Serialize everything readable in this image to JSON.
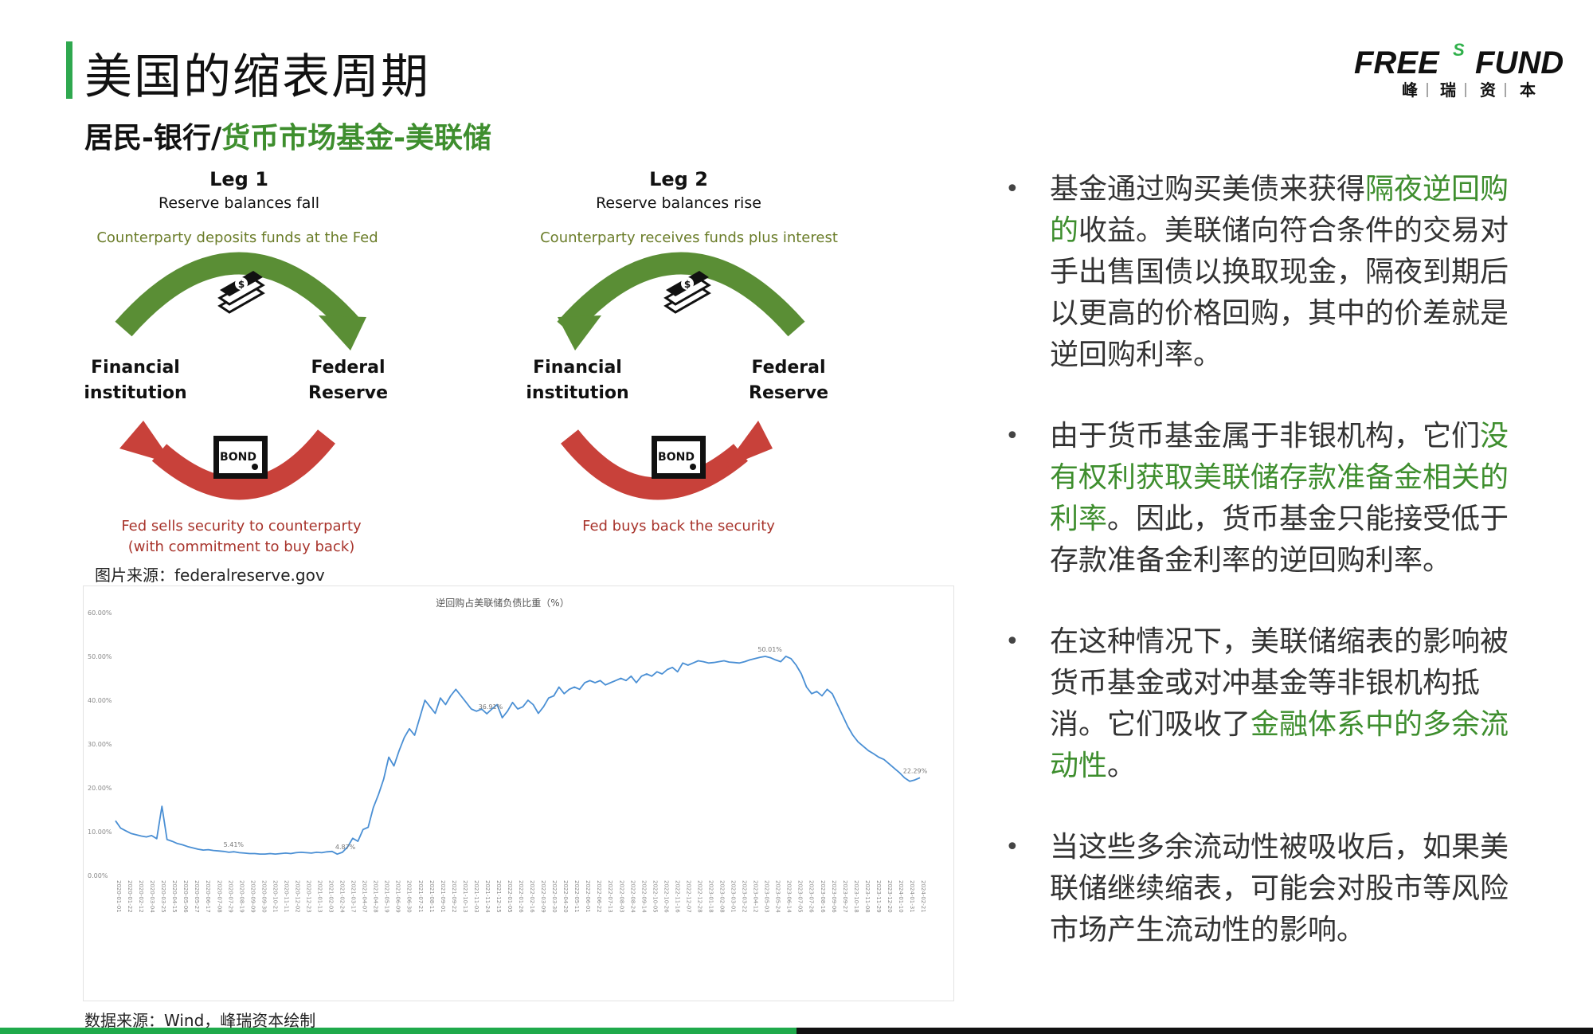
{
  "page": {
    "title": "美国的缩表周期",
    "subtitle_part1": "居民-银行/",
    "subtitle_part2": "货币市场基金-美联储"
  },
  "logo": {
    "brand_left": "FREE",
    "brand_s": "S",
    "brand_right": "FUND",
    "chinese": [
      "峰",
      "瑞",
      "资",
      "本"
    ]
  },
  "diagram": {
    "leg1": {
      "title": "Leg 1",
      "subtitle": "Reserve balances fall",
      "top_note": "Counterparty deposits funds at the Fed",
      "left_label": [
        "Financial",
        "institution"
      ],
      "right_label": [
        "Federal",
        "Reserve"
      ],
      "bottom_note": [
        "Fed sells security to counterparty",
        "(with commitment to buy back)"
      ]
    },
    "leg2": {
      "title": "Leg 2",
      "subtitle": "Reserve balances rise",
      "top_note": "Counterparty receives funds plus interest",
      "left_label": [
        "Financial",
        "institution"
      ],
      "right_label": [
        "Federal",
        "Reserve"
      ],
      "bottom_note": [
        "Fed buys back the security"
      ]
    },
    "bond_label": "BOND",
    "dollar_symbol": "$",
    "colors": {
      "green_arrow": "#5a8e35",
      "red_arrow": "#c8413a",
      "note_green": "#6b7d2a",
      "note_red": "#a8342c"
    }
  },
  "image_source": "图片来源：federalreserve.gov",
  "data_source": "数据来源：Wind，峰瑞资本绘制",
  "chart_data": {
    "type": "line",
    "title": "逆回购占美联储负债比重（%）",
    "ylim": [
      0,
      60
    ],
    "yticks": [
      "0.00%",
      "10.00%",
      "20.00%",
      "30.00%",
      "40.00%",
      "50.00%",
      "60.00%"
    ],
    "xticks": [
      "2020-01-01",
      "2020-01-22",
      "2020-02-12",
      "2020-03-04",
      "2020-03-25",
      "2020-04-15",
      "2020-05-06",
      "2020-05-27",
      "2020-06-17",
      "2020-07-08",
      "2020-07-29",
      "2020-08-19",
      "2020-09-09",
      "2020-09-30",
      "2020-10-21",
      "2020-11-11",
      "2020-12-02",
      "2020-12-23",
      "2021-01-13",
      "2021-02-03",
      "2021-02-24",
      "2021-03-17",
      "2021-04-07",
      "2021-04-28",
      "2021-05-19",
      "2021-06-09",
      "2021-06-30",
      "2021-07-21",
      "2021-08-11",
      "2021-09-01",
      "2021-09-22",
      "2021-10-13",
      "2021-11-03",
      "2021-11-24",
      "2021-12-15",
      "2022-01-05",
      "2022-01-26",
      "2022-02-16",
      "2022-03-09",
      "2022-03-30",
      "2022-04-20",
      "2022-05-11",
      "2022-06-01",
      "2022-06-22",
      "2022-07-13",
      "2022-08-03",
      "2022-08-24",
      "2022-09-14",
      "2022-10-05",
      "2022-10-26",
      "2022-11-16",
      "2022-12-07",
      "2022-12-28",
      "2023-01-18",
      "2023-02-08",
      "2023-03-01",
      "2023-03-22",
      "2023-04-12",
      "2023-05-03",
      "2023-05-24",
      "2023-06-14",
      "2023-07-05",
      "2023-07-26",
      "2023-08-16",
      "2023-09-06",
      "2023-09-27",
      "2023-10-18",
      "2023-11-08",
      "2023-11-29",
      "2023-12-20",
      "2024-01-10",
      "2024-01-31",
      "2024-02-21"
    ],
    "series": [
      {
        "color": "#4a8fd4",
        "values": [
          12.5,
          10.8,
          10.2,
          9.6,
          9.3,
          9.0,
          8.8,
          9.1,
          8.4,
          15.8,
          8.2,
          7.8,
          7.3,
          7.0,
          6.6,
          6.3,
          6.0,
          5.8,
          5.9,
          5.7,
          5.6,
          5.5,
          5.3,
          5.41,
          5.2,
          5.1,
          5.0,
          5.0,
          4.9,
          4.9,
          5.0,
          4.9,
          5.0,
          5.1,
          5.0,
          5.2,
          5.3,
          5.2,
          5.1,
          5.3,
          5.2,
          5.4,
          5.5,
          4.87,
          5.3,
          6.5,
          8.5,
          7.8,
          10.5,
          11.0,
          15.5,
          18.5,
          22.0,
          27.0,
          25.0,
          28.5,
          31.5,
          33.5,
          32.0,
          36.0,
          40.0,
          38.5,
          37.0,
          40.5,
          39.0,
          41.0,
          42.5,
          41.0,
          39.5,
          38.0,
          37.5,
          38.0,
          36.91,
          38.0,
          39.0,
          36.0,
          37.5,
          39.5,
          38.0,
          38.5,
          40.0,
          39.0,
          37.0,
          38.5,
          40.5,
          41.0,
          43.0,
          41.5,
          42.5,
          43.0,
          42.5,
          44.0,
          44.5,
          44.0,
          44.5,
          43.5,
          44.0,
          44.5,
          45.0,
          44.5,
          45.5,
          44.0,
          45.5,
          46.0,
          45.5,
          46.5,
          46.0,
          47.0,
          47.5,
          46.5,
          48.5,
          48.0,
          48.5,
          49.0,
          48.8,
          48.5,
          48.6,
          48.8,
          49.0,
          48.7,
          48.6,
          48.5,
          48.8,
          49.2,
          49.5,
          49.8,
          50.0,
          49.7,
          49.2,
          48.8,
          50.01,
          49.5,
          48.0,
          46.0,
          43.0,
          41.5,
          42.0,
          41.0,
          42.5,
          41.5,
          39.0,
          36.5,
          34.0,
          32.0,
          30.5,
          29.5,
          28.5,
          27.8,
          27.0,
          26.5,
          25.5,
          24.5,
          23.5,
          22.29,
          21.5,
          21.8,
          22.3
        ]
      }
    ],
    "annotations": [
      {
        "label": "50.01%",
        "x": "2023-05-24",
        "y": 50.01
      },
      {
        "label": "36.91%",
        "x": "2021-12-15",
        "y": 36.91
      },
      {
        "label": "5.41%",
        "x": "2020-08-19",
        "y": 5.41
      },
      {
        "label": "4.87%",
        "x": "2021-03-17",
        "y": 4.87
      },
      {
        "label": "22.29%",
        "x": "2024-02-21",
        "y": 22.29
      }
    ],
    "grid": false,
    "legend": "none"
  },
  "bullets": [
    {
      "parts": [
        {
          "text": "基金通过购买美债来获得",
          "g": false
        },
        {
          "text": "隔夜逆回购的",
          "g": true
        },
        {
          "text": "收益。美联储向符合条件的交易对手出售国债以换取现金，隔夜到期后以更高的价格回购，其中的价差就是逆回购利率。",
          "g": false
        }
      ]
    },
    {
      "parts": [
        {
          "text": "由于货币基金属于非银机构，它们",
          "g": false
        },
        {
          "text": "没有权利获取美联储存款准备金相关的利率",
          "g": true
        },
        {
          "text": "。因此，货币基金只能接受低于存款准备金利率的逆回购利率。",
          "g": false
        }
      ]
    },
    {
      "parts": [
        {
          "text": "在这种情况下，美联储缩表的影响被货币基金或对冲基金等非银机构抵消。它们吸收了",
          "g": false
        },
        {
          "text": "金融体系中的多余流动性",
          "g": true
        },
        {
          "text": "。",
          "g": false
        }
      ]
    },
    {
      "parts": [
        {
          "text": "当这些多余流动性被吸收后，如果美联储继续缩表，可能会对股市等风险市场产生流动性的影响。",
          "g": false
        }
      ]
    }
  ]
}
